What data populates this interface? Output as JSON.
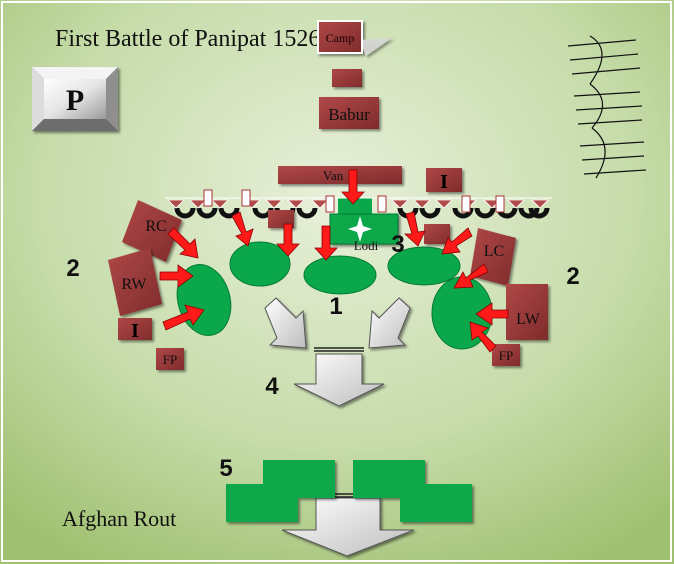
{
  "title": "First Battle of Panipat 1526.",
  "button": {
    "label": "P"
  },
  "units": {
    "camp": "Camp",
    "babur": "Babur",
    "van": "Van",
    "lodi": "Lodi",
    "rc": "RC",
    "rw": "RW",
    "lc": "LC",
    "lw": "LW",
    "fp_left": "FP",
    "fp_right": "FP",
    "infantry_top": "I",
    "infantry_left": "I"
  },
  "phases": {
    "one": "1",
    "two_left": "2",
    "two_right": "2",
    "three": "3",
    "four": "4",
    "five": "5"
  },
  "caption": "Afghan Rout",
  "colors": {
    "background_top": "#e6efd6",
    "background_bottom": "#a9c97c",
    "mughal_unit": "#9b3a3a",
    "afghan_unit": "#0aa84a",
    "attack_arrow": "#ff1a1a",
    "retreat_arrow": "#d9d9d9"
  }
}
